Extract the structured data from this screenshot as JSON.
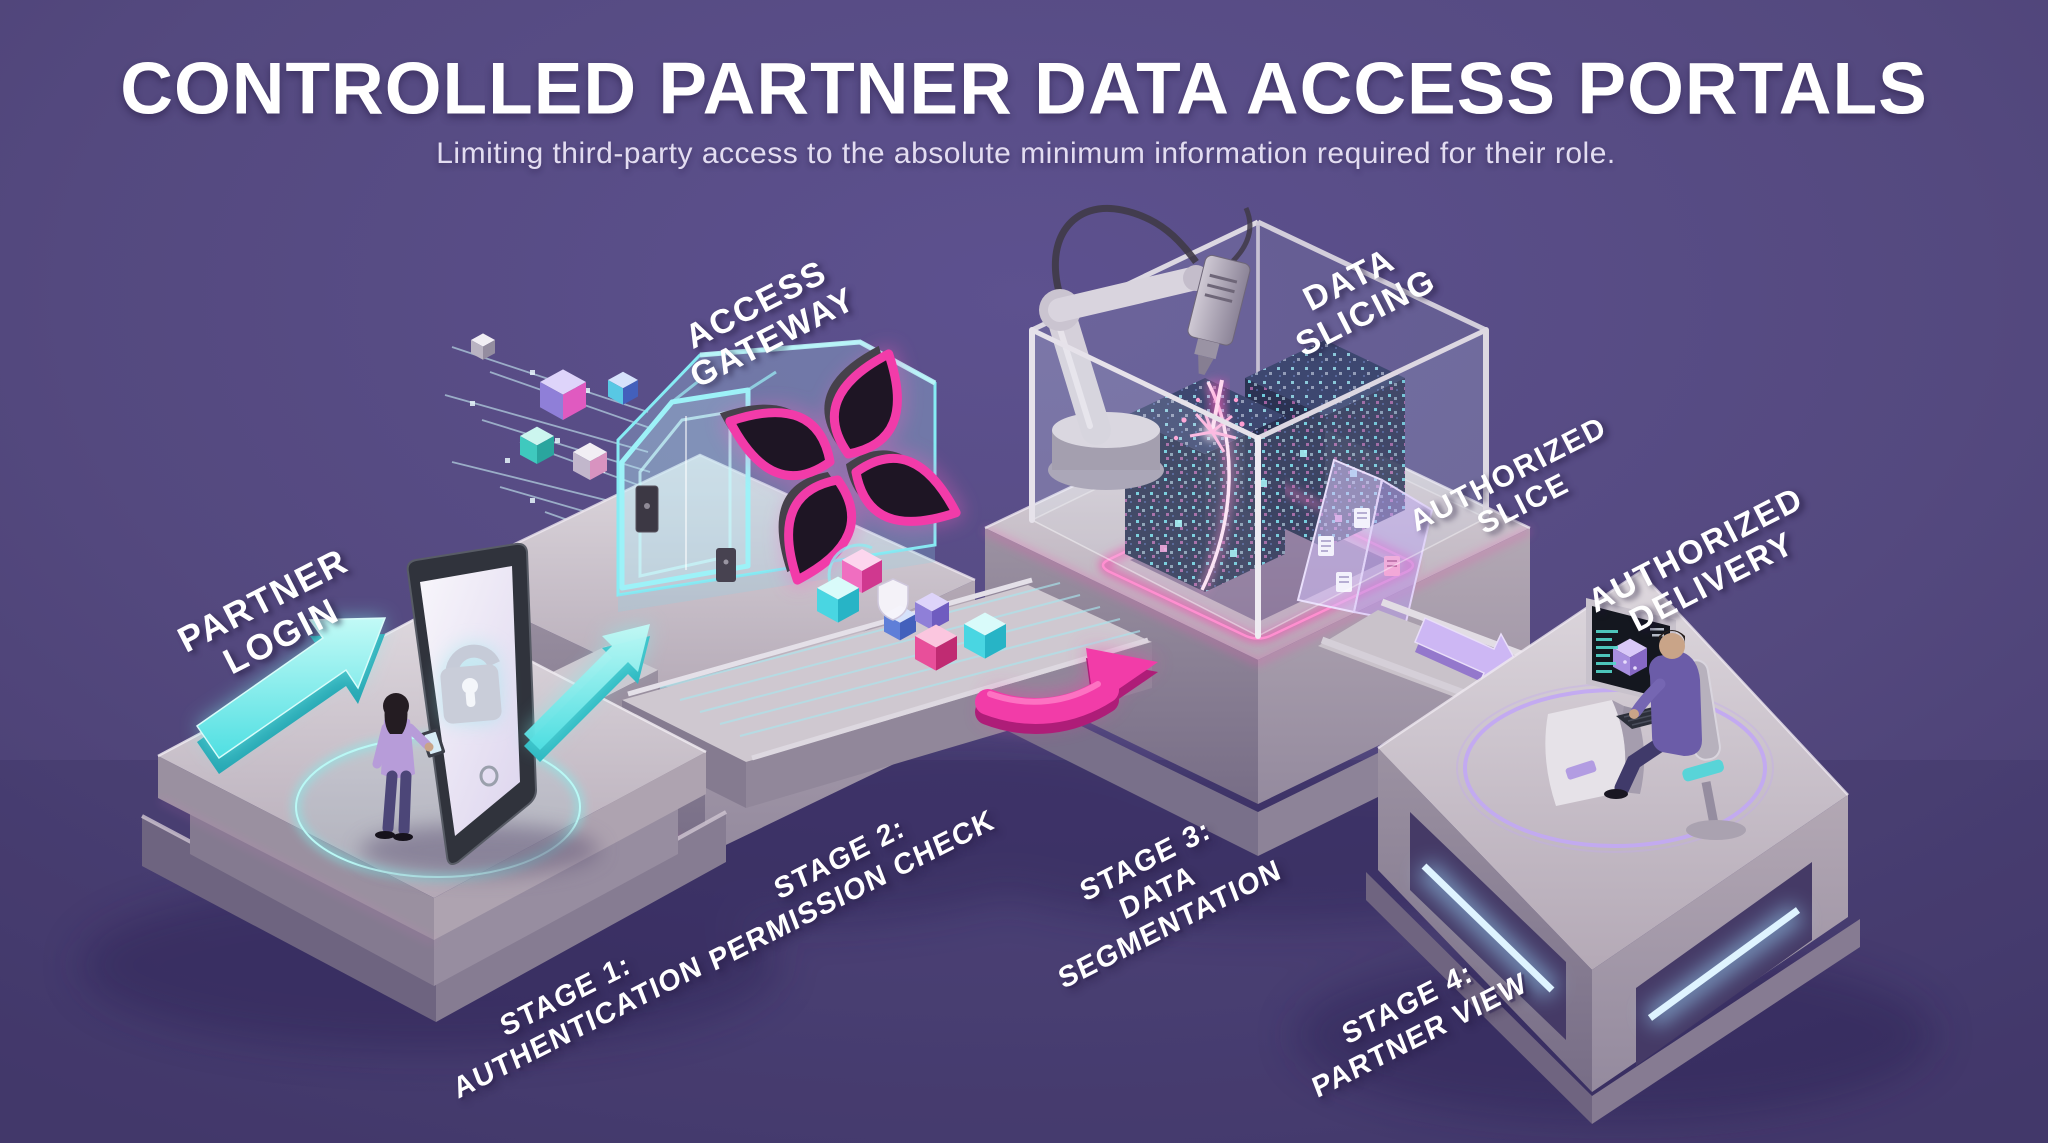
{
  "header": {
    "title": "CONTROLLED PARTNER DATA ACCESS PORTALS",
    "subtitle": "Limiting third-party access to the absolute minimum information required for their role."
  },
  "callouts": {
    "partner_login": "PARTNER\nLOGIN",
    "access_gateway": "ACCESS\nGATEWAY",
    "data_slicing": "DATA\nSLICING",
    "authorized_slice": "AUTHORIZED\nSLICE",
    "authorized_delivery": "AUTHORIZED\nDELIVERY"
  },
  "stages": [
    {
      "caption": "STAGE 1:\nAUTHENTICATION",
      "icon": "padlock-tablet-icon"
    },
    {
      "caption": "STAGE 2:\nPERMISSION CHECK",
      "icon": "pinwheel-gateway-icon"
    },
    {
      "caption": "STAGE 3:\nDATA\nSEGMENTATION",
      "icon": "laser-robot-arm-icon"
    },
    {
      "caption": "STAGE 4:\nPARTNER VIEW",
      "icon": "partner-console-icon"
    }
  ],
  "arrows": [
    {
      "name": "partner-login-arrow",
      "color": "#7df3ef"
    },
    {
      "name": "stage1-to-stage2-arrow",
      "color": "#7df3ef"
    },
    {
      "name": "stage2-to-stage3-arrow",
      "color": "#f23ca8"
    },
    {
      "name": "stage3-to-stage4-arrow",
      "color": "#cdb7f4"
    }
  ],
  "decor_icons": [
    "data-cube-icon",
    "shield-icon",
    "pinwheel-flower-icon",
    "padlock-icon",
    "robot-arm-icon",
    "laser-icon",
    "prism-slice-icon",
    "monitor-cube-icon",
    "keyboard-icon"
  ],
  "colors": {
    "background": "#54497f",
    "neon_cyan": "#7df3ef",
    "neon_pink": "#f23ca8",
    "neon_lavender": "#cdb7f4",
    "platform_grey": "#c6bec8",
    "text": "#ffffff"
  }
}
